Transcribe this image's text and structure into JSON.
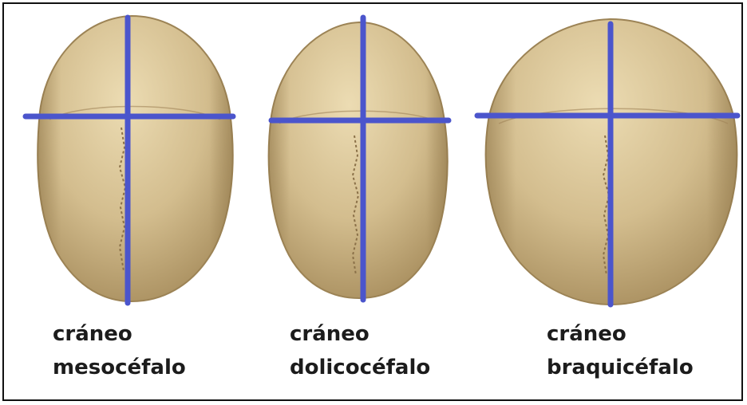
{
  "colors": {
    "bone": "#c9b283",
    "bone_light": "#e8d7ae",
    "bone_shadow": "#9c8355",
    "measure_line": "#4b55cc",
    "frame": "#111111",
    "text": "#1c1c1c"
  },
  "skulls": [
    {
      "caption_line1": "cráneo",
      "caption_line2": "mesocéfalo"
    },
    {
      "caption_line1": "cráneo",
      "caption_line2": "dolicocéfalo"
    },
    {
      "caption_line1": "cráneo",
      "caption_line2": "braquicéfalo"
    }
  ]
}
